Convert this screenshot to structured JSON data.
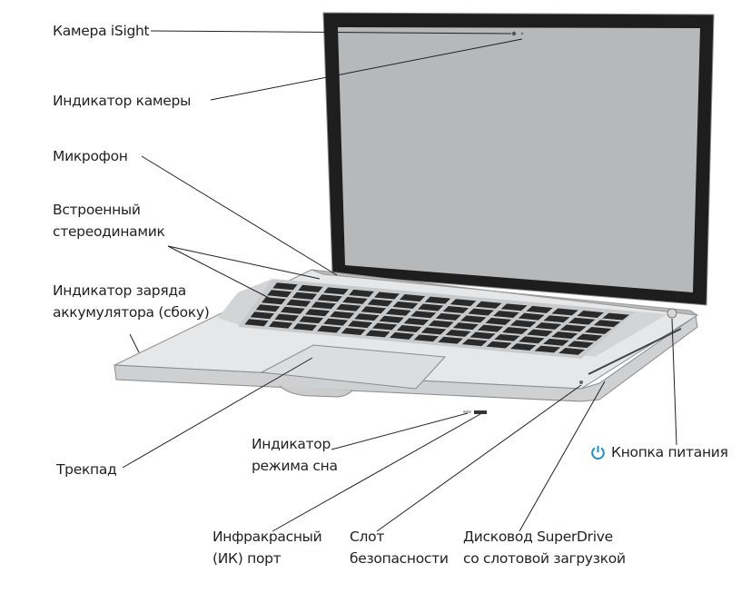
{
  "labels": {
    "isight_camera": "Камера iSight",
    "camera_indicator": "Индикатор камеры",
    "microphone": "Микрофон",
    "speakers_line1": "Встроенный",
    "speakers_line2": "стереодинамик",
    "battery_line1": "Индикатор заряда",
    "battery_line2": "аккумулятора (сбоку)",
    "trackpad": "Трекпад",
    "sleep_line1": "Индикатор",
    "sleep_line2": "режима сна",
    "ir_line1": "Инфракрасный",
    "ir_line2": "(ИК) порт",
    "security_line1": "Слот",
    "security_line2": "безопасности",
    "superdrive_line1": "Дисковод SuperDrive",
    "superdrive_line2": "со слотовой загрузкой",
    "power_button": "Кнопка питания"
  },
  "icons": {
    "power": "power-icon"
  },
  "colors": {
    "accent": "#1f8fd0",
    "bezel": "#1e1e1e",
    "display": "#b9bbbd",
    "body": "#e4e5e7",
    "keys": "#2a2a2a"
  }
}
